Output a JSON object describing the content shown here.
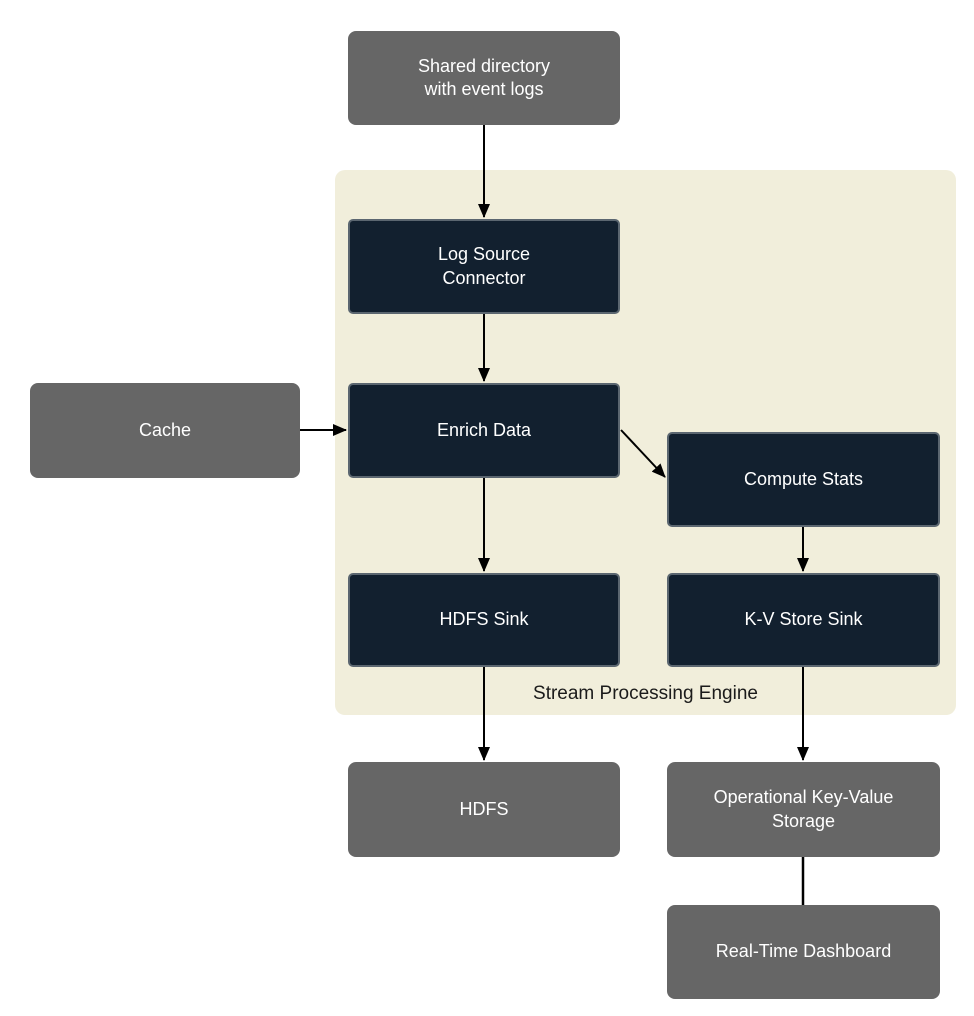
{
  "diagram": {
    "type": "flowchart",
    "engine_group": {
      "label": "Stream Processing Engine"
    },
    "nodes": {
      "shared_directory": {
        "label": "Shared directory\nwith event logs",
        "style": "external-gray"
      },
      "log_source_connector": {
        "label": "Log Source\nConnector",
        "style": "engine-dark"
      },
      "cache": {
        "label": "Cache",
        "style": "external-gray"
      },
      "enrich_data": {
        "label": "Enrich Data",
        "style": "engine-dark"
      },
      "compute_stats": {
        "label": "Compute Stats",
        "style": "engine-dark"
      },
      "hdfs_sink": {
        "label": "HDFS Sink",
        "style": "engine-dark"
      },
      "kv_store_sink": {
        "label": "K-V Store Sink",
        "style": "engine-dark"
      },
      "hdfs": {
        "label": "HDFS",
        "style": "external-gray"
      },
      "operational_kv_storage": {
        "label": "Operational Key-Value\nStorage",
        "style": "external-gray"
      },
      "realtime_dashboard": {
        "label": "Real-Time Dashboard",
        "style": "external-gray"
      }
    },
    "edges": [
      {
        "from": "shared_directory",
        "to": "log_source_connector",
        "arrowhead": true
      },
      {
        "from": "log_source_connector",
        "to": "enrich_data",
        "arrowhead": true
      },
      {
        "from": "cache",
        "to": "enrich_data",
        "arrowhead": true
      },
      {
        "from": "enrich_data",
        "to": "hdfs_sink",
        "arrowhead": true
      },
      {
        "from": "enrich_data",
        "to": "compute_stats",
        "arrowhead": true
      },
      {
        "from": "compute_stats",
        "to": "kv_store_sink",
        "arrowhead": true
      },
      {
        "from": "hdfs_sink",
        "to": "hdfs",
        "arrowhead": true
      },
      {
        "from": "kv_store_sink",
        "to": "operational_kv_storage",
        "arrowhead": true
      },
      {
        "from": "operational_kv_storage",
        "to": "realtime_dashboard",
        "arrowhead": false
      }
    ],
    "colors": {
      "external_node_bg": "#666666",
      "engine_node_bg": "#12202f",
      "engine_node_border": "#5b6670",
      "engine_group_bg": "#f1eedb",
      "node_text": "#ffffff",
      "group_label_text": "#1b1b1b",
      "arrow": "#000000",
      "page_bg": "#ffffff"
    }
  }
}
